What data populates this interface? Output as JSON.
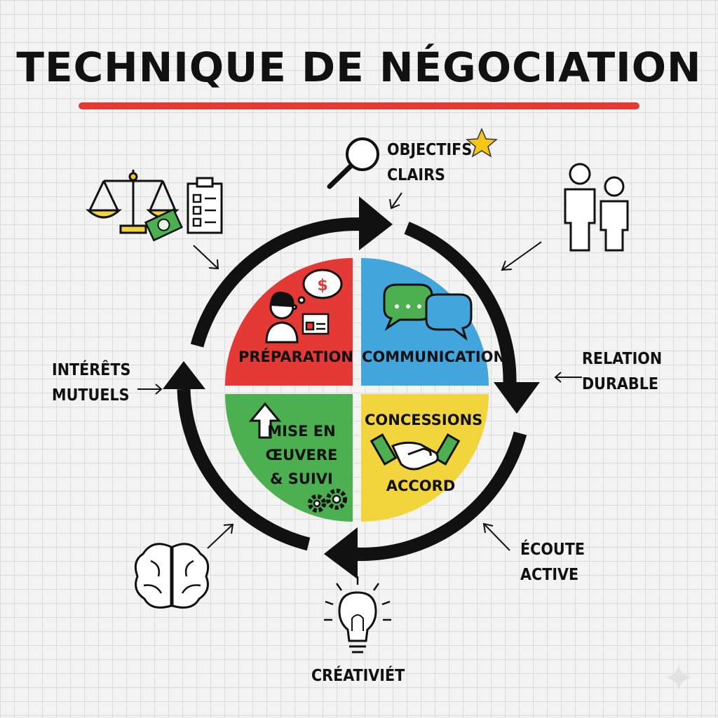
{
  "title": "TECHNIQUE DE NÉGOCIATION",
  "colors": {
    "title_underline": "#e53935",
    "preparation": "#e53935",
    "communication": "#42a5dc",
    "mise_en_oeuvre": "#4caf50",
    "concessions": "#f2d43c",
    "cycle_arrows": "#111111",
    "star": "#f5c518"
  },
  "quadrants": {
    "preparation": {
      "label": "PRÉPARATION",
      "icons": [
        "person-thinking-icon",
        "dollar-thought-bubble-icon",
        "id-card-icon"
      ]
    },
    "communication": {
      "label": "COMMUNICATION",
      "icons": [
        "speech-bubbles-icon"
      ]
    },
    "mise_en_oeuvre": {
      "lines": [
        "MISE EN",
        "ŒUVERE",
        "& SUIVI"
      ],
      "icons": [
        "up-arrow-icon",
        "gears-icon"
      ]
    },
    "concessions": {
      "top": "CONCESSIONS",
      "bottom": "ACCORD",
      "icons": [
        "handshake-icon"
      ]
    }
  },
  "outer_labels": {
    "objectifs": [
      "OBJECTIFS",
      "CLAIRS"
    ],
    "relation": [
      "RELATION",
      "DURABLE"
    ],
    "ecoute": [
      "ÉCOUTE",
      "ACTIVE"
    ],
    "creativite": "CRÉATIVIÉT",
    "interets": [
      "INTÉRÊTS",
      "MUTUELS"
    ]
  },
  "outer_icons": [
    "magnifier-icon",
    "star-icon",
    "people-icon",
    "scales-icon",
    "checklist-icon",
    "money-icon",
    "brain-icon",
    "lightbulb-icon"
  ]
}
